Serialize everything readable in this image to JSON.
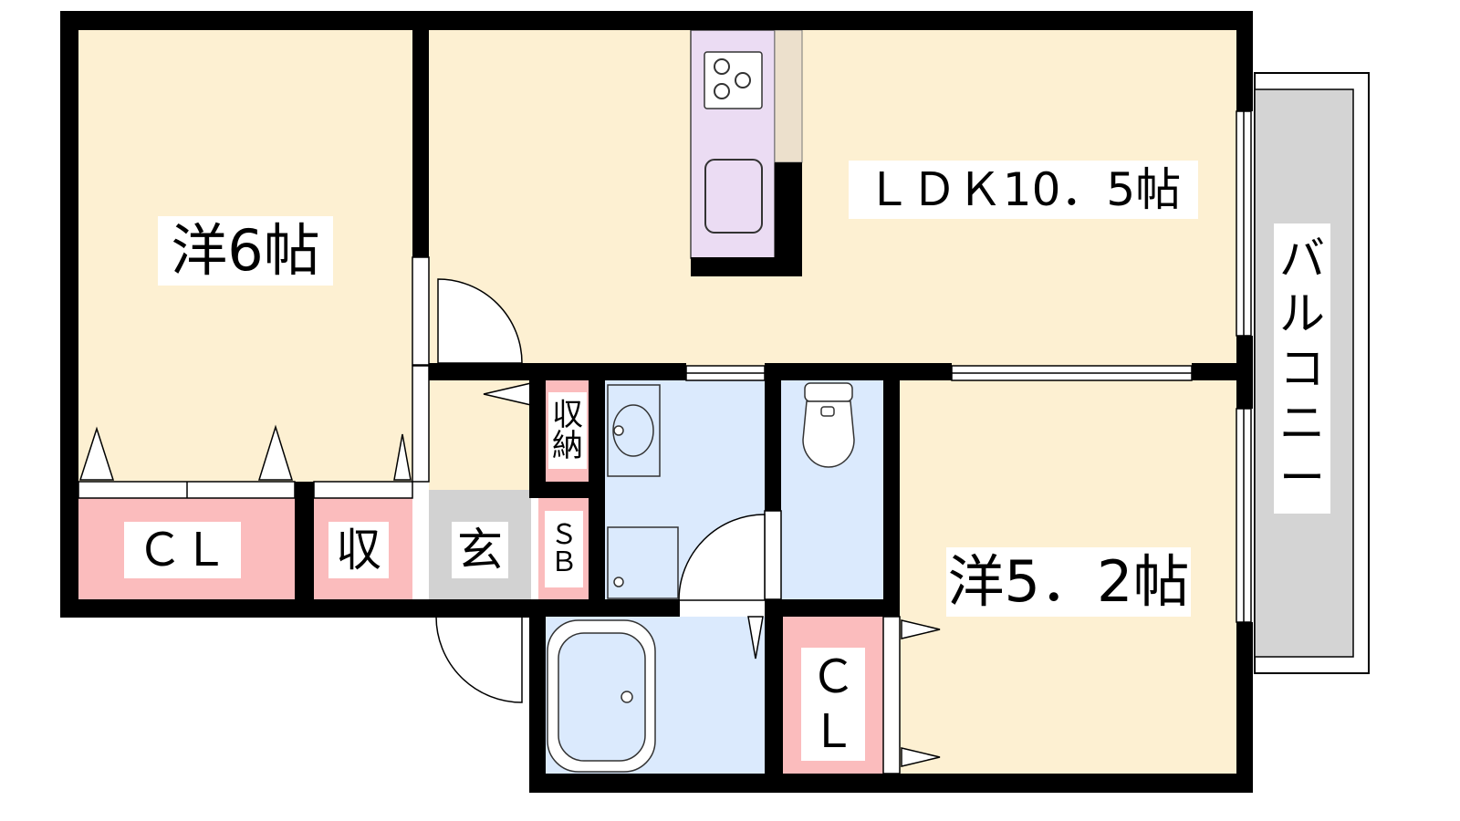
{
  "rooms": {
    "western_6": "洋6帖",
    "ldk": "ＬＤＫ10．5帖",
    "western_52": "洋5．2帖",
    "closet_left": "ＣＬ",
    "storage_small": "収",
    "entrance": "玄",
    "storage_hall": [
      "収",
      "納"
    ],
    "shoe_box": [
      "Ｓ",
      "Ｂ"
    ],
    "closet_right": [
      "Ｃ",
      "Ｌ"
    ],
    "balcony": [
      "バ",
      "ル",
      "コ",
      "ニ",
      "ー"
    ]
  },
  "colors": {
    "room_floor": "#fdf0d2",
    "wet_area": "#dbeafd",
    "closet": "#fbbcbd",
    "entrance_floor": "#d2d2d2",
    "kitchen": "#ebdcf3",
    "balcony": "#d4d4d4",
    "wall": "#000000"
  }
}
